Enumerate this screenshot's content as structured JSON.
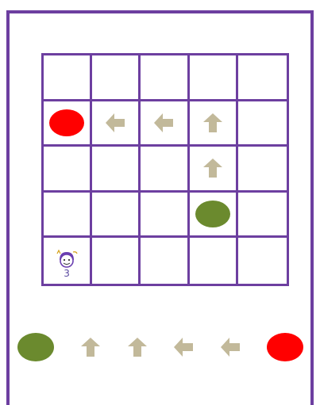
{
  "colors": {
    "frame": "#6d3fa0",
    "start_token": "#6b8a2e",
    "end_token": "#ff0000",
    "arrow": "#c2b99a"
  },
  "board": {
    "rows": 5,
    "cols": 5,
    "cells": [
      [
        "",
        "",
        "",
        "",
        ""
      ],
      [
        "red-oval",
        "arrow-left",
        "arrow-left",
        "arrow-up",
        ""
      ],
      [
        "",
        "",
        "",
        "arrow-up",
        ""
      ],
      [
        "",
        "",
        "",
        "green-oval",
        ""
      ],
      [
        "robot",
        "",
        "",
        "",
        ""
      ]
    ],
    "robot_label": "3"
  },
  "sequence": [
    "green-oval",
    "arrow-up",
    "arrow-up",
    "arrow-left",
    "arrow-left",
    "red-oval"
  ]
}
